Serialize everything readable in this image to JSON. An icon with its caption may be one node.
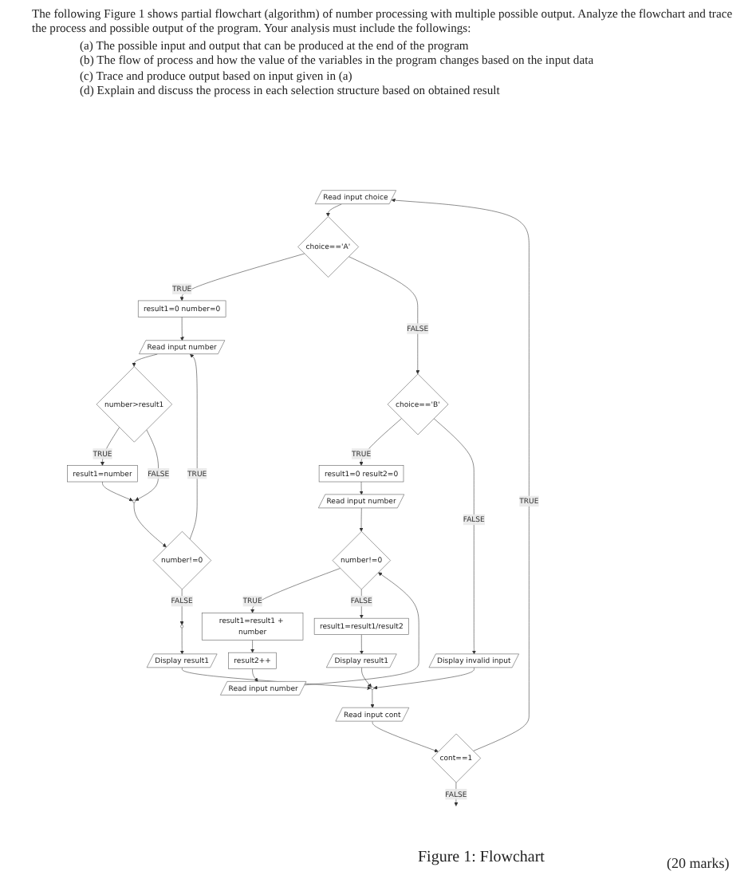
{
  "diagram": {
    "title": "The following Figure 1 shows partial flowchart (algorithm) of number processing with multiple possible output. Analyze the flowchart and trace the process and possible output of the program. Your analysis must include the followings:",
    "caption": "Figure 1: Flowchart",
    "nodes": [
      {
        "text": [
          "Read input choice"
        ]
      },
      {
        "text": [
          "choice=='A'"
        ]
      },
      {
        "text": [
          "result1=0 number=0"
        ]
      },
      {
        "text": [
          "Read input number"
        ]
      },
      {
        "text": [
          "number>result1"
        ]
      },
      {
        "text": [
          "result1=number"
        ]
      },
      {
        "text": [],
        "shape": "circle"
      },
      {
        "text": [
          "number!=0"
        ]
      },
      {
        "text": [],
        "shape": "circle"
      },
      {
        "text": [
          "Display result1"
        ]
      },
      {
        "text": [
          "choice=='B'"
        ]
      },
      {
        "text": [
          "result1=0 result2=0"
        ]
      },
      {
        "text": [
          "Read input number"
        ]
      },
      {
        "text": [
          "number!=0"
        ]
      },
      {
        "text": [
          "result1=result1 + number"
        ]
      },
      {
        "text": [
          "result2++"
        ]
      },
      {
        "text": [
          "Read input number"
        ]
      },
      {
        "text": [
          "result1=result1/result2"
        ]
      },
      {
        "text": [
          "Display result1"
        ]
      },
      {
        "text": [
          "Display invalid input"
        ]
      },
      {
        "text": [],
        "shape": "circle"
      },
      {
        "text": [
          "Read input cont"
        ]
      },
      {
        "text": [
          "cont==1"
        ]
      }
    ],
    "edges": [
      {
        "from": 0,
        "to": 1,
        "arrow": "to"
      },
      {
        "from": 1,
        "to": 2,
        "arrow": "to",
        "label": "TRUE"
      },
      {
        "from": 1,
        "to": 10,
        "arrow": "to",
        "label": "FALSE"
      },
      {
        "from": 2,
        "to": 3,
        "arrow": "to"
      },
      {
        "from": 3,
        "to": 4,
        "arrow": "to"
      },
      {
        "from": 4,
        "to": 5,
        "arrow": "to",
        "label": "TRUE"
      },
      {
        "from": 4,
        "to": 6,
        "arrow": "to",
        "label": "FALSE"
      },
      {
        "from": 5,
        "to": 6,
        "arrow": "to"
      },
      {
        "from": 6,
        "to": 7,
        "arrow": "to"
      },
      {
        "from": 7,
        "to": 3,
        "arrow": "to",
        "label": "TRUE"
      },
      {
        "from": 7,
        "to": 8,
        "arrow": "to",
        "label": "FALSE"
      },
      {
        "from": 8,
        "to": 9,
        "arrow": "to"
      },
      {
        "from": 9,
        "to": 20,
        "arrow": "to"
      },
      {
        "from": 10,
        "to": 11,
        "arrow": "to",
        "label": "TRUE"
      },
      {
        "from": 10,
        "to": 19,
        "arrow": "to",
        "label": "FALSE"
      },
      {
        "from": 11,
        "to": 12,
        "arrow": "to"
      },
      {
        "from": 12,
        "to": 13,
        "arrow": "to"
      },
      {
        "from": 13,
        "to": 14,
        "arrow": "to",
        "label": "TRUE"
      },
      {
        "from": 14,
        "to": 15,
        "arrow": "to"
      },
      {
        "from": 15,
        "to": 16,
        "arrow": "to"
      },
      {
        "from": 16,
        "to": 13,
        "arrow": "to"
      },
      {
        "from": 13,
        "to": 17,
        "arrow": "to",
        "label": "FALSE"
      },
      {
        "from": 17,
        "to": 18,
        "arrow": "to"
      },
      {
        "from": 18,
        "to": 20,
        "arrow": "to"
      },
      {
        "from": 19,
        "to": 20,
        "arrow": "to"
      },
      {
        "from": 20,
        "to": 21,
        "arrow": "to"
      },
      {
        "from": 21,
        "to": 22,
        "arrow": "to"
      },
      {
        "from": 22,
        "to": 0,
        "arrow": "to",
        "label": "TRUE"
      },
      {
        "from": 22,
        "to": null,
        "arrow": "to",
        "label": "FALSE"
      }
    ],
    "labels": [
      "(a) The possible input and output that can be produced at the end of the program",
      "(b) The flow of process and how the value of the variables in the program changes based on the input data",
      "(c) Trace and produce output based on input given in (a)",
      "(d) Explain and discuss the process in each selection structure based on obtained result",
      "(20 marks)"
    ]
  }
}
